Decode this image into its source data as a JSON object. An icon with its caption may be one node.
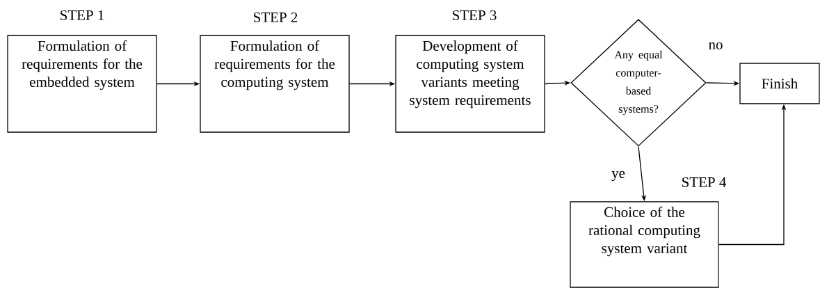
{
  "diagram": {
    "nodes": [
      {
        "text": [
          "STEP 1",
          "Formulation of requirements for the embedded system"
        ]
      },
      {
        "text": [
          "STEP 2",
          "Formulation of requirements for the computing system"
        ]
      },
      {
        "text": [
          "STEP 3",
          "Development of computing system variants meeting system requirements"
        ]
      },
      {
        "text": [
          "Any equal computer-based systems?"
        ]
      },
      {
        "text": [
          "Finish"
        ]
      },
      {
        "text": [
          "STEP 4",
          "Choice of the rational computing system variant"
        ]
      }
    ],
    "edges": [
      {
        "from": 0,
        "to": 1,
        "arrow": "to"
      },
      {
        "from": 1,
        "to": 2,
        "arrow": "to"
      },
      {
        "from": 2,
        "to": 3,
        "arrow": "to"
      },
      {
        "from": 3,
        "to": 4,
        "arrow": "to",
        "label": "no"
      },
      {
        "from": 3,
        "to": 5,
        "arrow": "to",
        "label": "ye"
      },
      {
        "from": 5,
        "to": 4,
        "arrow": "to"
      }
    ]
  }
}
